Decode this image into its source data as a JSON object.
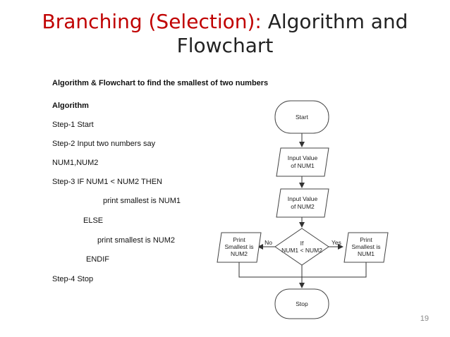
{
  "slide": {
    "title_accent": "Branching  (Selection):",
    "title_rest": " Algorithm and",
    "title_line2": "Flowchart",
    "heading": "Algorithm & Flowchart to find the smallest of two numbers",
    "algorithm_label": "Algorithm",
    "steps": [
      "Step-1   Start",
      "Step-2   Input two numbers say",
      "NUM1,NUM2",
      "Step-3   IF NUM1 < NUM2  THEN",
      "print smallest is NUM1",
      "ELSE",
      "print smallest is NUM2",
      "ENDIF",
      "Step-4   Stop"
    ],
    "page_number": "19"
  },
  "flowchart": {
    "start": "Start",
    "input1": [
      "Input Value",
      "of NUM1"
    ],
    "input2": [
      "Input Value",
      "of NUM2"
    ],
    "decision": [
      "If",
      "NUM1 < NUM2"
    ],
    "print_left": [
      "Print",
      "Smallest is",
      "NUM2"
    ],
    "print_right": [
      "Print",
      "Smallest is",
      "NUM1"
    ],
    "no_label": "No",
    "yes_label": "Yes",
    "stop": "Stop"
  }
}
